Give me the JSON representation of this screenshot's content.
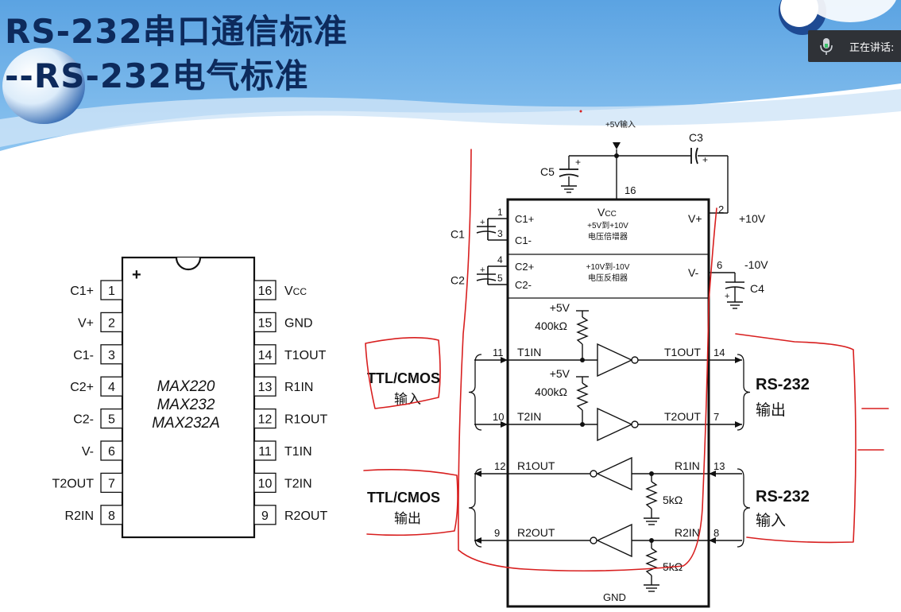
{
  "slide": {
    "title_line1": "RS-232串口通信标准",
    "title_line2": "--RS-232电气标准"
  },
  "meeting_bar": {
    "icon": "microphone-icon",
    "speaking_label": "正在讲话:"
  },
  "pinout": {
    "chip_names": [
      "MAX220",
      "MAX232",
      "MAX232A"
    ],
    "pin1_marker": "+",
    "left_pins": [
      {
        "num": "1",
        "name": "C1+"
      },
      {
        "num": "2",
        "name": "V+"
      },
      {
        "num": "3",
        "name": "C1-"
      },
      {
        "num": "4",
        "name": "C2+"
      },
      {
        "num": "5",
        "name": "C2-"
      },
      {
        "num": "6",
        "name": "V-"
      },
      {
        "num": "7",
        "name": "T2OUT"
      },
      {
        "num": "8",
        "name": "R2IN"
      }
    ],
    "right_pins": [
      {
        "num": "16",
        "name": "VCC"
      },
      {
        "num": "15",
        "name": "GND"
      },
      {
        "num": "14",
        "name": "T1OUT"
      },
      {
        "num": "13",
        "name": "R1IN"
      },
      {
        "num": "12",
        "name": "R1OUT"
      },
      {
        "num": "11",
        "name": "T1IN"
      },
      {
        "num": "10",
        "name": "T2IN"
      },
      {
        "num": "9",
        "name": "R2OUT"
      }
    ]
  },
  "circuit": {
    "supply_label": "+5V输入",
    "vcc_pin": "16",
    "vcc_label": "VCC",
    "cap_c3": "C3",
    "cap_c5": "C5",
    "cap_c1": "C1",
    "cap_c2": "C2",
    "cap_c4": "C4",
    "doubler_line1": "+5V到+10V",
    "doubler_line2": "电压倍增器",
    "inverter_line1": "+10V到-10V",
    "inverter_line2": "电压反相器",
    "chip_pins": {
      "c1p_num": "1",
      "c1p_name": "C1+",
      "c1m_num": "3",
      "c1m_name": "C1-",
      "c2p_num": "4",
      "c2p_name": "C2+",
      "c2m_num": "5",
      "c2m_name": "C2-",
      "vp_num": "2",
      "vp_name": "V+",
      "vp_value": "+10V",
      "vm_num": "6",
      "vm_name": "V-",
      "vm_value": "-10V",
      "t1in_num": "11",
      "t1in_name": "T1IN",
      "t2in_num": "10",
      "t2in_name": "T2IN",
      "t1out_num": "14",
      "t1out_name": "T1OUT",
      "t2out_num": "7",
      "t2out_name": "T2OUT",
      "r1out_num": "12",
      "r1out_name": "R1OUT",
      "r2out_num": "9",
      "r2out_name": "R2OUT",
      "r1in_num": "13",
      "r1in_name": "R1IN",
      "r2in_num": "8",
      "r2in_name": "R2IN"
    },
    "pullup_voltage": "+5V",
    "pullup_resistor": "400kΩ",
    "pulldown_resistor": "5kΩ",
    "gnd_label": "GND",
    "ttl_in": [
      "TTL/CMOS",
      "输入"
    ],
    "ttl_out": [
      "TTL/CMOS",
      "输出"
    ],
    "rs232_out": [
      "RS-232",
      "输出"
    ],
    "rs232_in": [
      "RS-232",
      "输入"
    ]
  },
  "colors": {
    "title": "#0d2a5c",
    "header_blue": "#4f95d6",
    "annotation_red": "#d81f1f",
    "ink": "#111111"
  }
}
